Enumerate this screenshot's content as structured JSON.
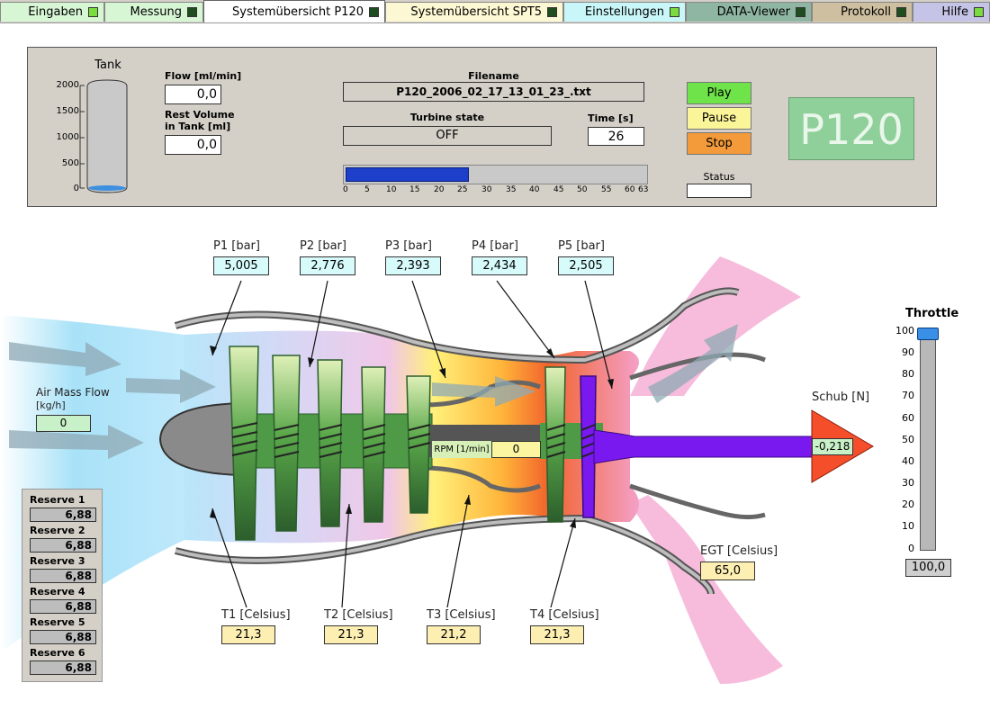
{
  "tabs": [
    {
      "label": "Eingaben",
      "led": "on"
    },
    {
      "label": "Messung",
      "led": "off"
    },
    {
      "label": "Systemübersicht P120",
      "led": "off",
      "active": true
    },
    {
      "label": "Systemübersicht SPT5",
      "led": "off"
    },
    {
      "label": "Einstellungen",
      "led": "on"
    },
    {
      "label": "DATA-Viewer",
      "led": "off"
    },
    {
      "label": "Protokoll",
      "led": "off"
    },
    {
      "label": "Hilfe",
      "led": "on"
    }
  ],
  "tank": {
    "title": "Tank",
    "scale": [
      "2000",
      "1500",
      "1000",
      "500",
      "0"
    ],
    "level": 0
  },
  "flow": {
    "label": "Flow [ml/min]",
    "value": "0,0"
  },
  "rest_volume": {
    "label_line1": "Rest Volume",
    "label_line2": "in Tank [ml]",
    "value": "0,0"
  },
  "filename": {
    "label": "Filename",
    "value": "P120_2006_02_17_13_01_23_.txt"
  },
  "turbine_state": {
    "label": "Turbine state",
    "value": "OFF"
  },
  "time": {
    "label": "Time [s]",
    "value": "26"
  },
  "progress": {
    "value": 26,
    "max": 63,
    "ticks": [
      "0",
      "5",
      "10",
      "15",
      "20",
      "25",
      "30",
      "35",
      "40",
      "45",
      "50",
      "55",
      "60",
      "63"
    ]
  },
  "controls": {
    "play": "Play",
    "pause": "Pause",
    "stop": "Stop",
    "status_label": "Status",
    "status_value": ""
  },
  "logo": "P120",
  "pressures": [
    {
      "label": "P1 [bar]",
      "value": "5,005"
    },
    {
      "label": "P2 [bar]",
      "value": "2,776"
    },
    {
      "label": "P3 [bar]",
      "value": "2,393"
    },
    {
      "label": "P4 [bar]",
      "value": "2,434"
    },
    {
      "label": "P5 [bar]",
      "value": "2,505"
    }
  ],
  "temperatures": [
    {
      "label": "T1 [Celsius]",
      "value": "21,3"
    },
    {
      "label": "T2 [Celsius]",
      "value": "21,3"
    },
    {
      "label": "T3 [Celsius]",
      "value": "21,2"
    },
    {
      "label": "T4 [Celsius]",
      "value": "21,3"
    }
  ],
  "air_mass_flow": {
    "label_line1": "Air Mass Flow",
    "label_line2": "[kg/h]",
    "value": "0"
  },
  "rpm": {
    "label": "RPM [1/min]",
    "value": "0"
  },
  "thrust": {
    "label": "Schub [N]",
    "value": "-0,218"
  },
  "egt": {
    "label": "EGT [Celsius]",
    "value": "65,0"
  },
  "throttle": {
    "title": "Throttle",
    "value_display": "100,0",
    "level": 100,
    "scale": [
      "100",
      "90",
      "80",
      "70",
      "60",
      "50",
      "40",
      "30",
      "20",
      "10",
      "0"
    ]
  },
  "reserves": [
    {
      "label": "Reserve 1",
      "value": "6,88"
    },
    {
      "label": "Reserve 2",
      "value": "6,88"
    },
    {
      "label": "Reserve 3",
      "value": "6,88"
    },
    {
      "label": "Reserve 4",
      "value": "6,88"
    },
    {
      "label": "Reserve 5",
      "value": "6,88"
    },
    {
      "label": "Reserve 6",
      "value": "6,88"
    }
  ],
  "colors": {
    "play": "#6fe34a",
    "pause": "#fbf59a",
    "stop": "#f39a3a",
    "progress_fill": "#1d3fc9",
    "logo_bg": "#8fcf9a",
    "shaft": "#7a18f0"
  }
}
